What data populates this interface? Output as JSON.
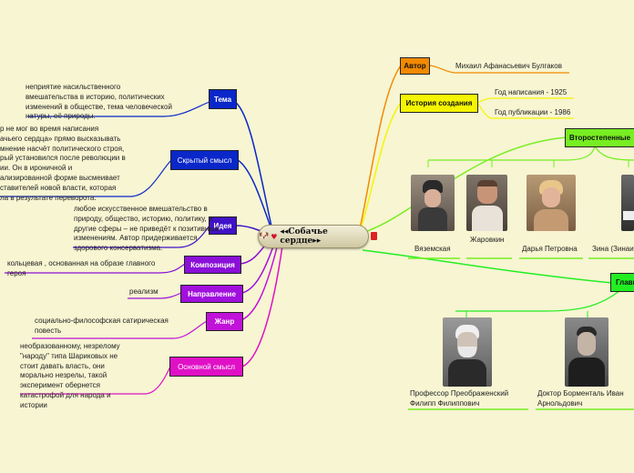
{
  "center": {
    "title": "◂◂Собачье сердце▸▸",
    "icons": [
      "dog-icon",
      "heart-icon"
    ]
  },
  "right_branches": {
    "author": {
      "label": "Автор",
      "value": "Михаил Афанасьевич Булгаков",
      "color": "#f28a00"
    },
    "history": {
      "label": "История создания",
      "items": [
        "Год написания - 1925",
        "Год публикации - 1986"
      ],
      "color": "#f5f500"
    },
    "secondary": {
      "label": "Второстепенные",
      "color": "#77ee22"
    },
    "main": {
      "label": "Главн",
      "color": "#22ee22"
    }
  },
  "secondary_heroes": [
    {
      "name": "Вяземская"
    },
    {
      "name": "Жаровкин"
    },
    {
      "name": "Дарья Петровна"
    },
    {
      "name": "Зина (Зинаи"
    }
  ],
  "main_heroes": [
    {
      "name": "Профессор Преображенский\nФилипп Филиппович"
    },
    {
      "name": "Доктор Борменталь Иван\nАрнольдович"
    }
  ],
  "left_branches": [
    {
      "label": "Тема",
      "color": "#0a27c9",
      "text": "неприятие насильственного\nвмешательства в историю, политических\nизменений в обществе, тема человеческой\nнатуры, её природы."
    },
    {
      "label": "Скрытый смысл",
      "color": "#0a27c9",
      "text": "р не мог во время написания\nачьего сердца» прямо высказывать\nмнение насчёт политического строя,\nрый установился после революции в\nии. Он в ироничной и\nализированной форме высмеивает\nставителей новой власти, которая\nла в результате переворота."
    },
    {
      "label": "Идея",
      "color": "#4012c8",
      "text": "любое искусственное вмешательство в\nприроду, общество, историю, политику, и\nдругие сферы – не приведёт к позитивным\nизменениям. Автор придерживается\nздорового консерватизма."
    },
    {
      "label": "Композиция",
      "color": "#8a10d8",
      "text": "кольцевая , основанная на образе главного\nгероя"
    },
    {
      "label": "Направление",
      "color": "#a110dd",
      "text": "реализм"
    },
    {
      "label": "Жанр",
      "color": "#c012d8",
      "text": "социально-философская сатирическая\nповесть"
    },
    {
      "label": "Основной смысл",
      "color": "#e010c6",
      "text": "необразованному, незрелому\n\"народу\" типа Шариковых не\nстоит давать власть, они\nморально незрелы, такой\nэксперимент обернется\nкатастрофой для народа и\nистории"
    }
  ]
}
